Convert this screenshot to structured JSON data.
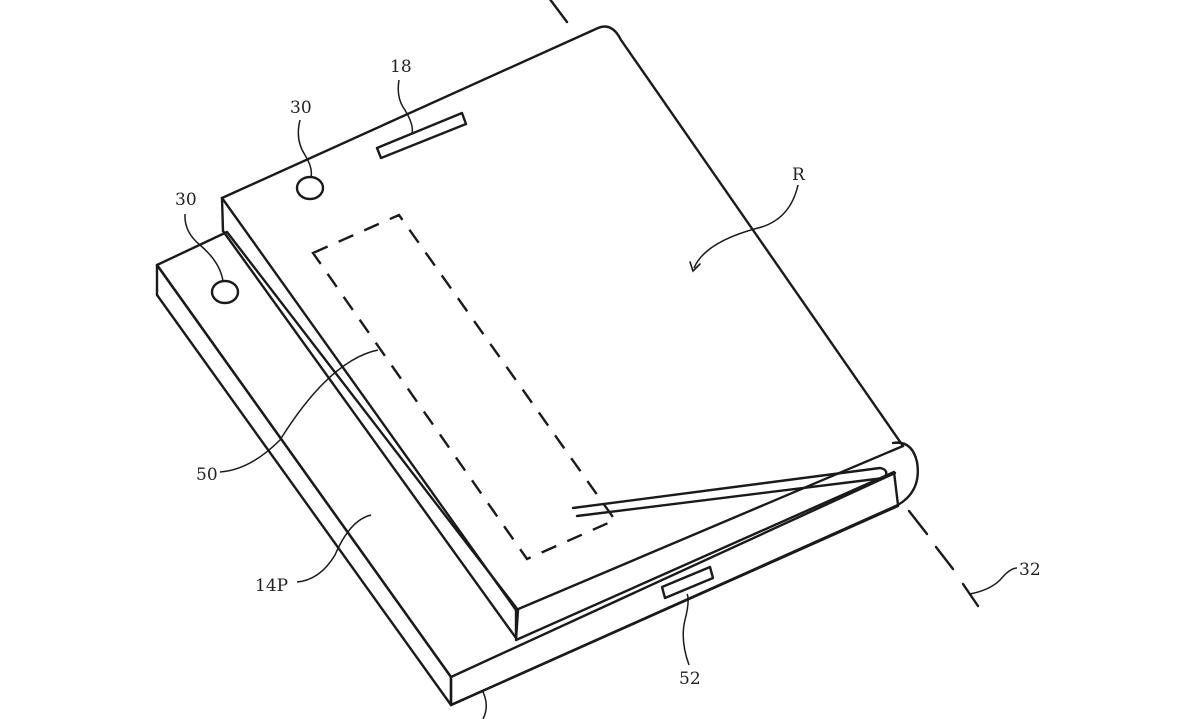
{
  "figure": {
    "type": "patent line drawing",
    "subject": "foldable electronic device, partially folded, perspective view",
    "line_color": "#1a1a1a",
    "background": "#ffffff"
  },
  "labels": {
    "speaker": "18",
    "sensor_upper": "30",
    "sensor_lower": "30",
    "region": "R",
    "area_dashed": "50",
    "panel": "14P",
    "port": "52",
    "fold_axis": "32"
  },
  "components": [
    {
      "ref": "18",
      "kind": "speaker slot"
    },
    {
      "ref": "30",
      "kind": "circular sensor window (upper panel)"
    },
    {
      "ref": "30",
      "kind": "circular sensor window (lower panel)"
    },
    {
      "ref": "R",
      "kind": "rotation direction arrow"
    },
    {
      "ref": "50",
      "kind": "dashed region"
    },
    {
      "ref": "14P",
      "kind": "lower housing panel"
    },
    {
      "ref": "52",
      "kind": "port opening on hinge edge"
    },
    {
      "ref": "32",
      "kind": "fold axis (dashed line)"
    }
  ]
}
